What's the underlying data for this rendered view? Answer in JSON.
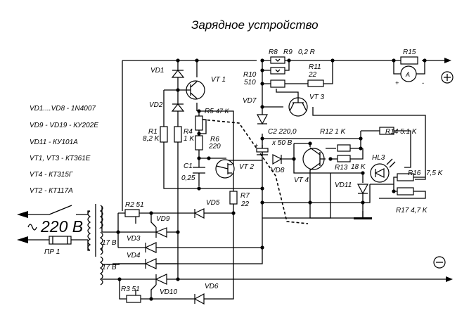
{
  "title": "Зарядное устройство",
  "legend": [
    "VD1....VD8 - 1N4007",
    "VD9 - VD19 - КУ202Е",
    "VD11 - КУ101А",
    "VT1, VT3 - КТ361Е",
    "VT4 - КТ315Г",
    "VT2 - КТ117А"
  ],
  "input": {
    "voltage": "220 В",
    "fuse": "ПР 1",
    "ac_symbol": "~"
  },
  "transformer": {
    "winding1": "17 В",
    "winding2": "17 В"
  },
  "terminals": {
    "plus": "+",
    "minus": "−",
    "meter": "A",
    "meter_plus": "+",
    "meter_minus": "-"
  },
  "components": {
    "VD1": "VD1",
    "VD2": "VD2",
    "VD3": "VD3",
    "VD4": "VD4",
    "VD5": "VD5",
    "VD6": "VD6",
    "VD7": "VD7",
    "VD8": "VD8",
    "VD9": "VD9",
    "VD10": "VD10",
    "VD11": "VD11",
    "VT1": "VT 1",
    "VT2": "VT 2",
    "VT3": "VT 3",
    "VT4": "VT 4",
    "HL3": "HL3",
    "R1": "R1",
    "R1v": "8,2 K",
    "R2": "R2  51",
    "R3": "R3 51",
    "R4": "R4",
    "R4v": "1 K",
    "R5": "R5",
    "R5v": "47 K",
    "R6": "R6",
    "R6v": "220",
    "R7": "R7",
    "R7v": "22",
    "R8": "R8",
    "R9": "R9",
    "R89v": "0,2 R",
    "R10": "R10",
    "R10v": "510",
    "R11": "R11",
    "R11v": "22",
    "R12": "R12 1 K",
    "R13": "R13",
    "R13v": "18 K",
    "R14": "R14 5.1 K",
    "R15": "R15",
    "R16": "R16",
    "R16v": "7,5 K",
    "R17": "R17 4,7 K",
    "C1": "C1",
    "C1v": "0,25",
    "C2": "C2 220,0",
    "C2v": "x 50 B"
  }
}
